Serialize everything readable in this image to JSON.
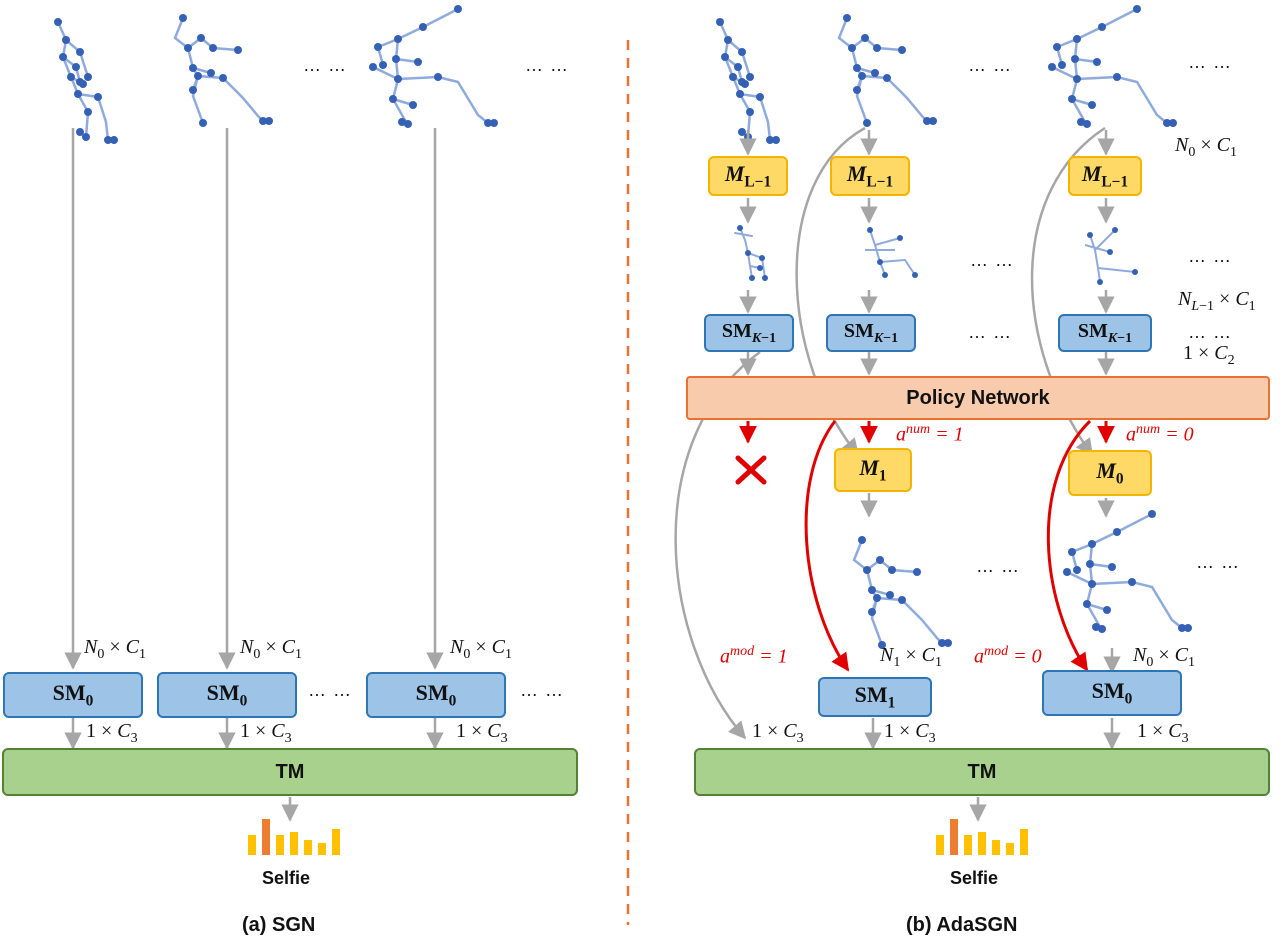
{
  "captions": {
    "left": "(a) SGN",
    "right": "(b) AdaSGN"
  },
  "output_label": "Selfie",
  "policy_label": "Policy Network",
  "tm_label": "TM",
  "ellipsis": "… …",
  "dims": {
    "n0c1": "N0 × C1",
    "n1c1": "N1 × C1",
    "nl1c1": "NL−1 × C1",
    "one_c2": "1 × C2",
    "one_c3": "1 × C3"
  },
  "boxes": {
    "sm0": "SM0",
    "sm1": "SM1",
    "smk1": "SMK−1",
    "ml1": "ML−1",
    "m1": "M1",
    "m0": "M0"
  },
  "actions": {
    "num1": "anum = 1",
    "num0": "anum = 0",
    "mod1": "amod = 1",
    "mod0": "amod = 0"
  },
  "colors": {
    "skeleton": "#8faadc",
    "joint": "#3561b5",
    "arrow_gray": "#a6a6a6",
    "arrow_red": "#e00000",
    "divider": "#e97132",
    "bar_orange": "#ed7d31",
    "bar_yellow": "#ffc000"
  },
  "icons": {
    "drop": "cross-icon",
    "output": "bar-chart-icon"
  }
}
